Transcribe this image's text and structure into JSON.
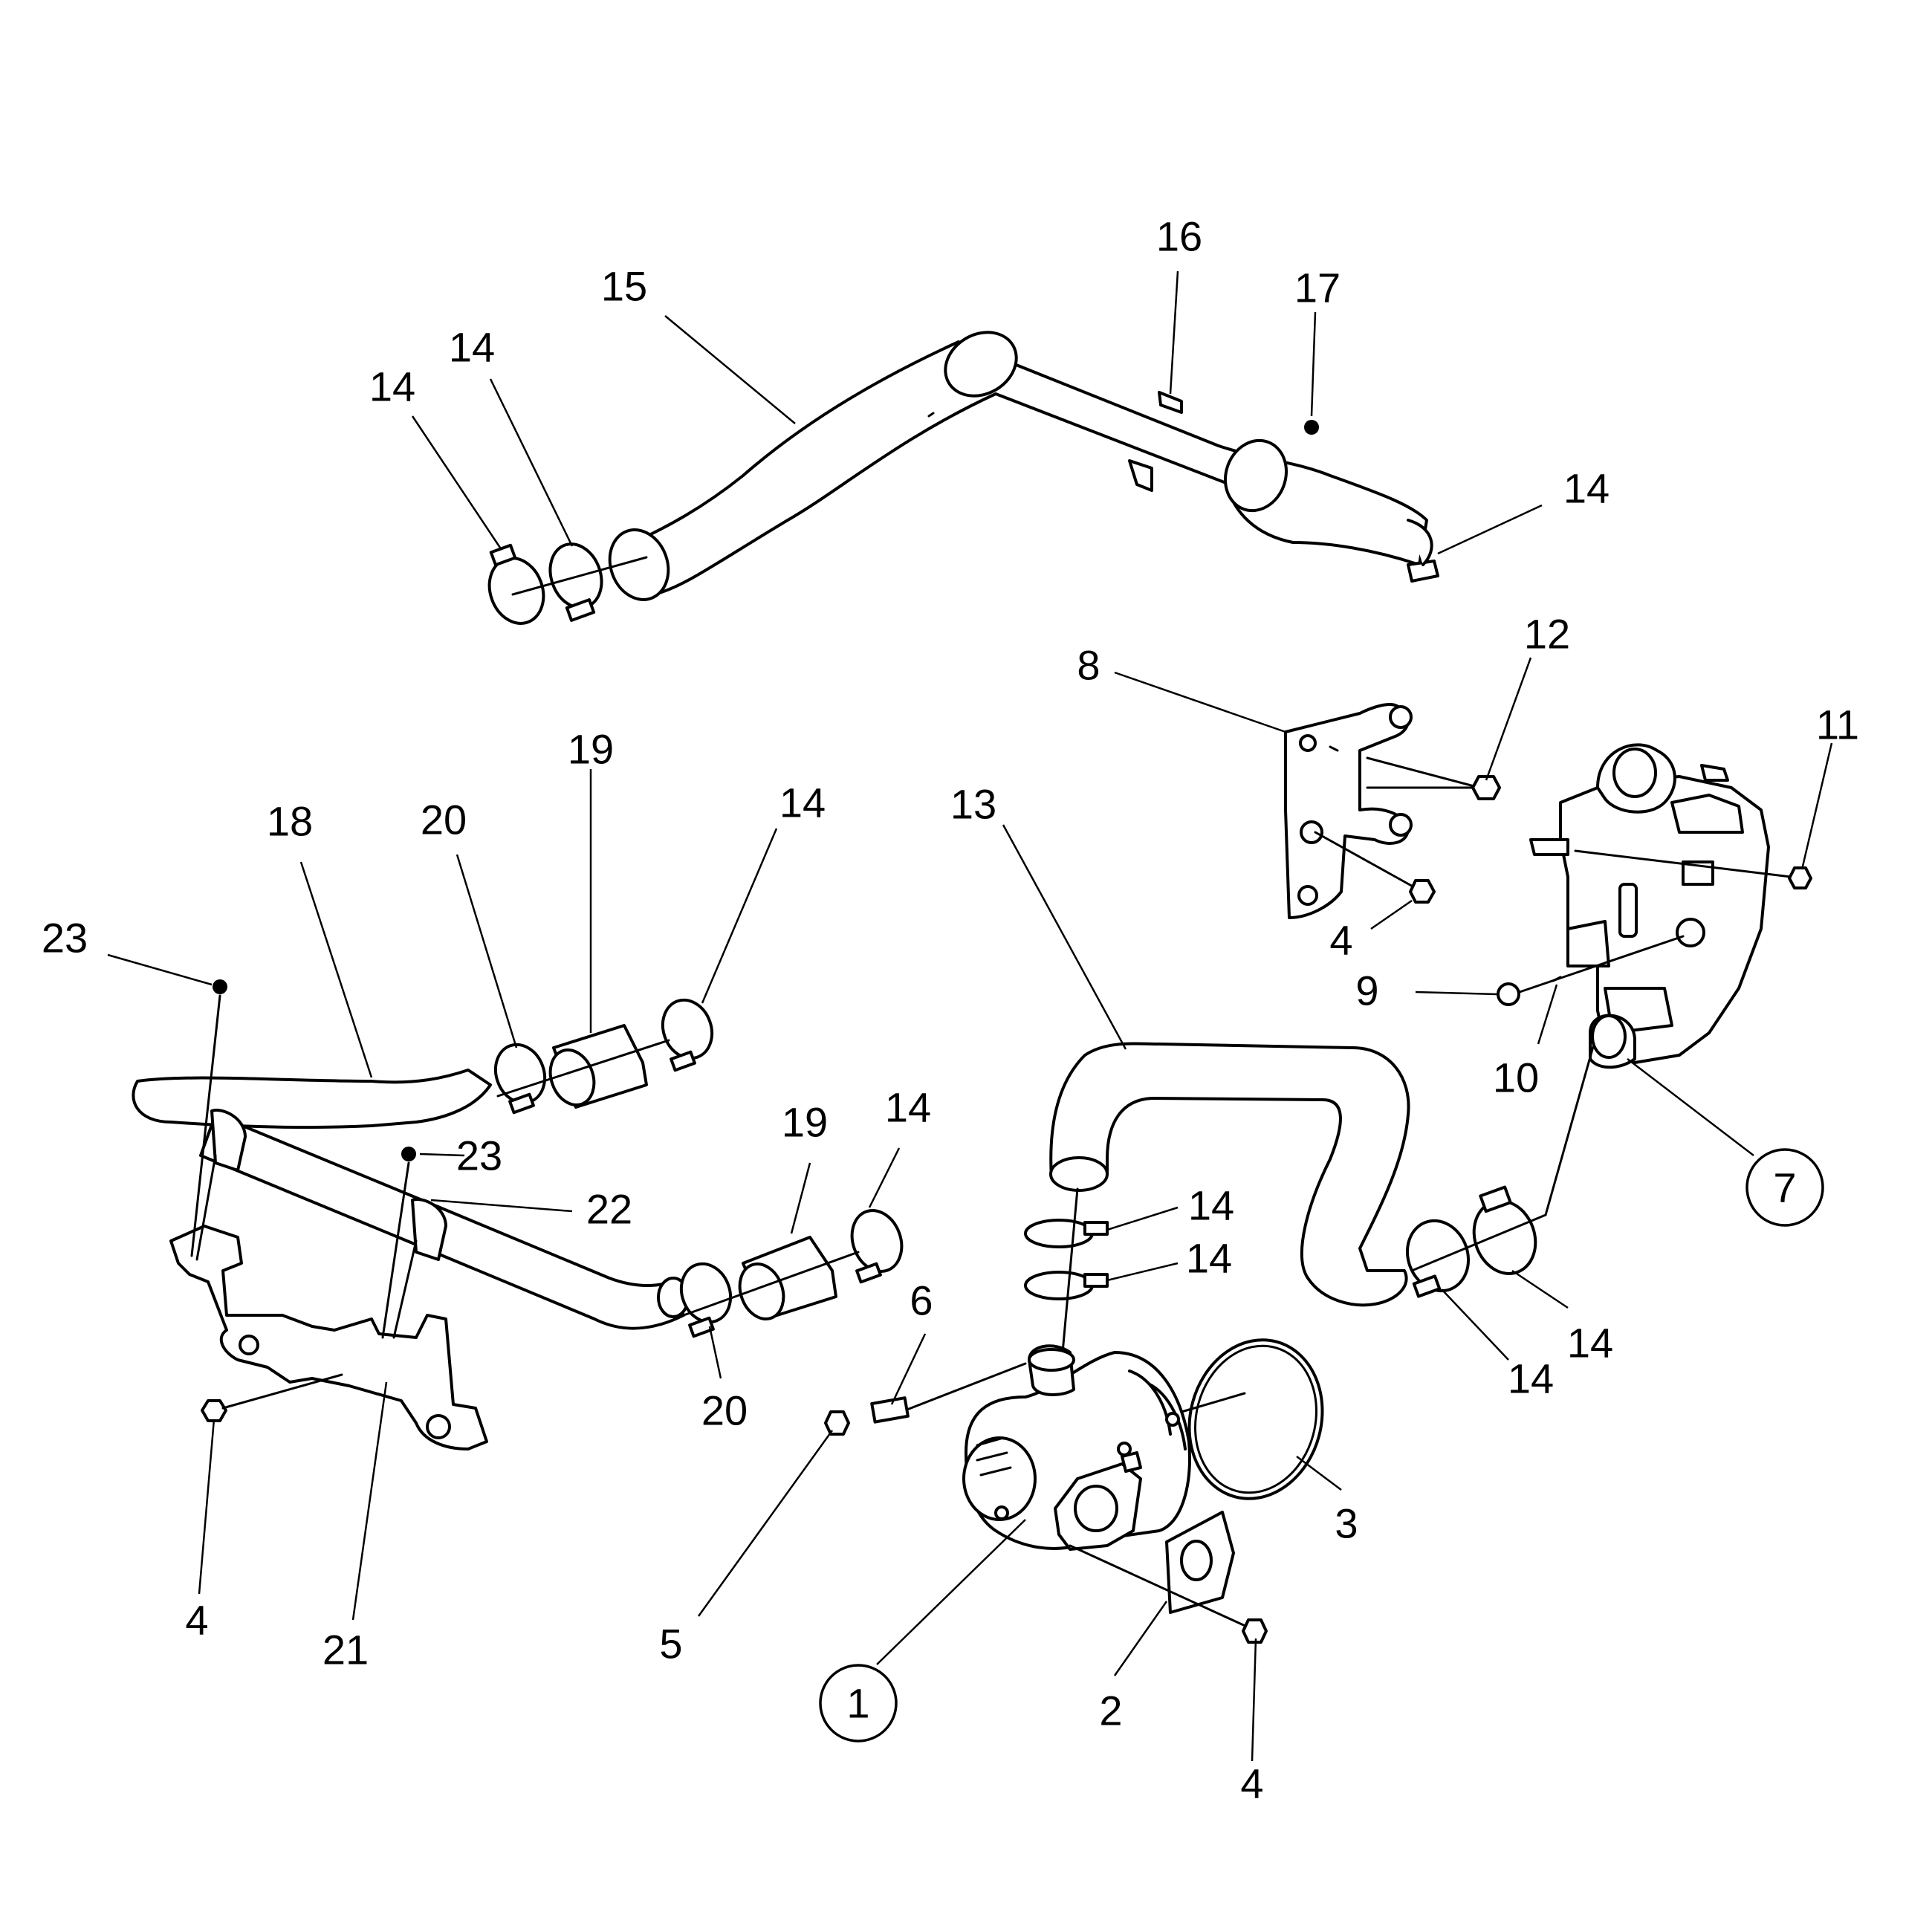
{
  "callouts": [
    {
      "id": "c15",
      "label": "15"
    },
    {
      "id": "c16",
      "label": "16"
    },
    {
      "id": "c17",
      "label": "17"
    },
    {
      "id": "c14a",
      "label": "14"
    },
    {
      "id": "c14b",
      "label": "14"
    },
    {
      "id": "c14c",
      "label": "14"
    },
    {
      "id": "c8",
      "label": "8"
    },
    {
      "id": "c12",
      "label": "12"
    },
    {
      "id": "c11",
      "label": "11"
    },
    {
      "id": "c4a",
      "label": "4"
    },
    {
      "id": "c9",
      "label": "9"
    },
    {
      "id": "c10",
      "label": "10"
    },
    {
      "id": "c7",
      "label": "7",
      "circled": true
    },
    {
      "id": "c13",
      "label": "13"
    },
    {
      "id": "c19a",
      "label": "19"
    },
    {
      "id": "c18",
      "label": "18"
    },
    {
      "id": "c20a",
      "label": "20"
    },
    {
      "id": "c14d",
      "label": "14"
    },
    {
      "id": "c23a",
      "label": "23"
    },
    {
      "id": "c23b",
      "label": "23"
    },
    {
      "id": "c22",
      "label": "22"
    },
    {
      "id": "c19b",
      "label": "19"
    },
    {
      "id": "c14e",
      "label": "14"
    },
    {
      "id": "c20b",
      "label": "20"
    },
    {
      "id": "c14f",
      "label": "14"
    },
    {
      "id": "c14g",
      "label": "14"
    },
    {
      "id": "c6",
      "label": "6"
    },
    {
      "id": "c14h",
      "label": "14"
    },
    {
      "id": "c14i",
      "label": "14"
    },
    {
      "id": "c3",
      "label": "3"
    },
    {
      "id": "c5",
      "label": "5"
    },
    {
      "id": "c1",
      "label": "1",
      "circled": true
    },
    {
      "id": "c2",
      "label": "2"
    },
    {
      "id": "c4b",
      "label": "4"
    },
    {
      "id": "c4c",
      "label": "4"
    },
    {
      "id": "c21",
      "label": "21"
    }
  ]
}
